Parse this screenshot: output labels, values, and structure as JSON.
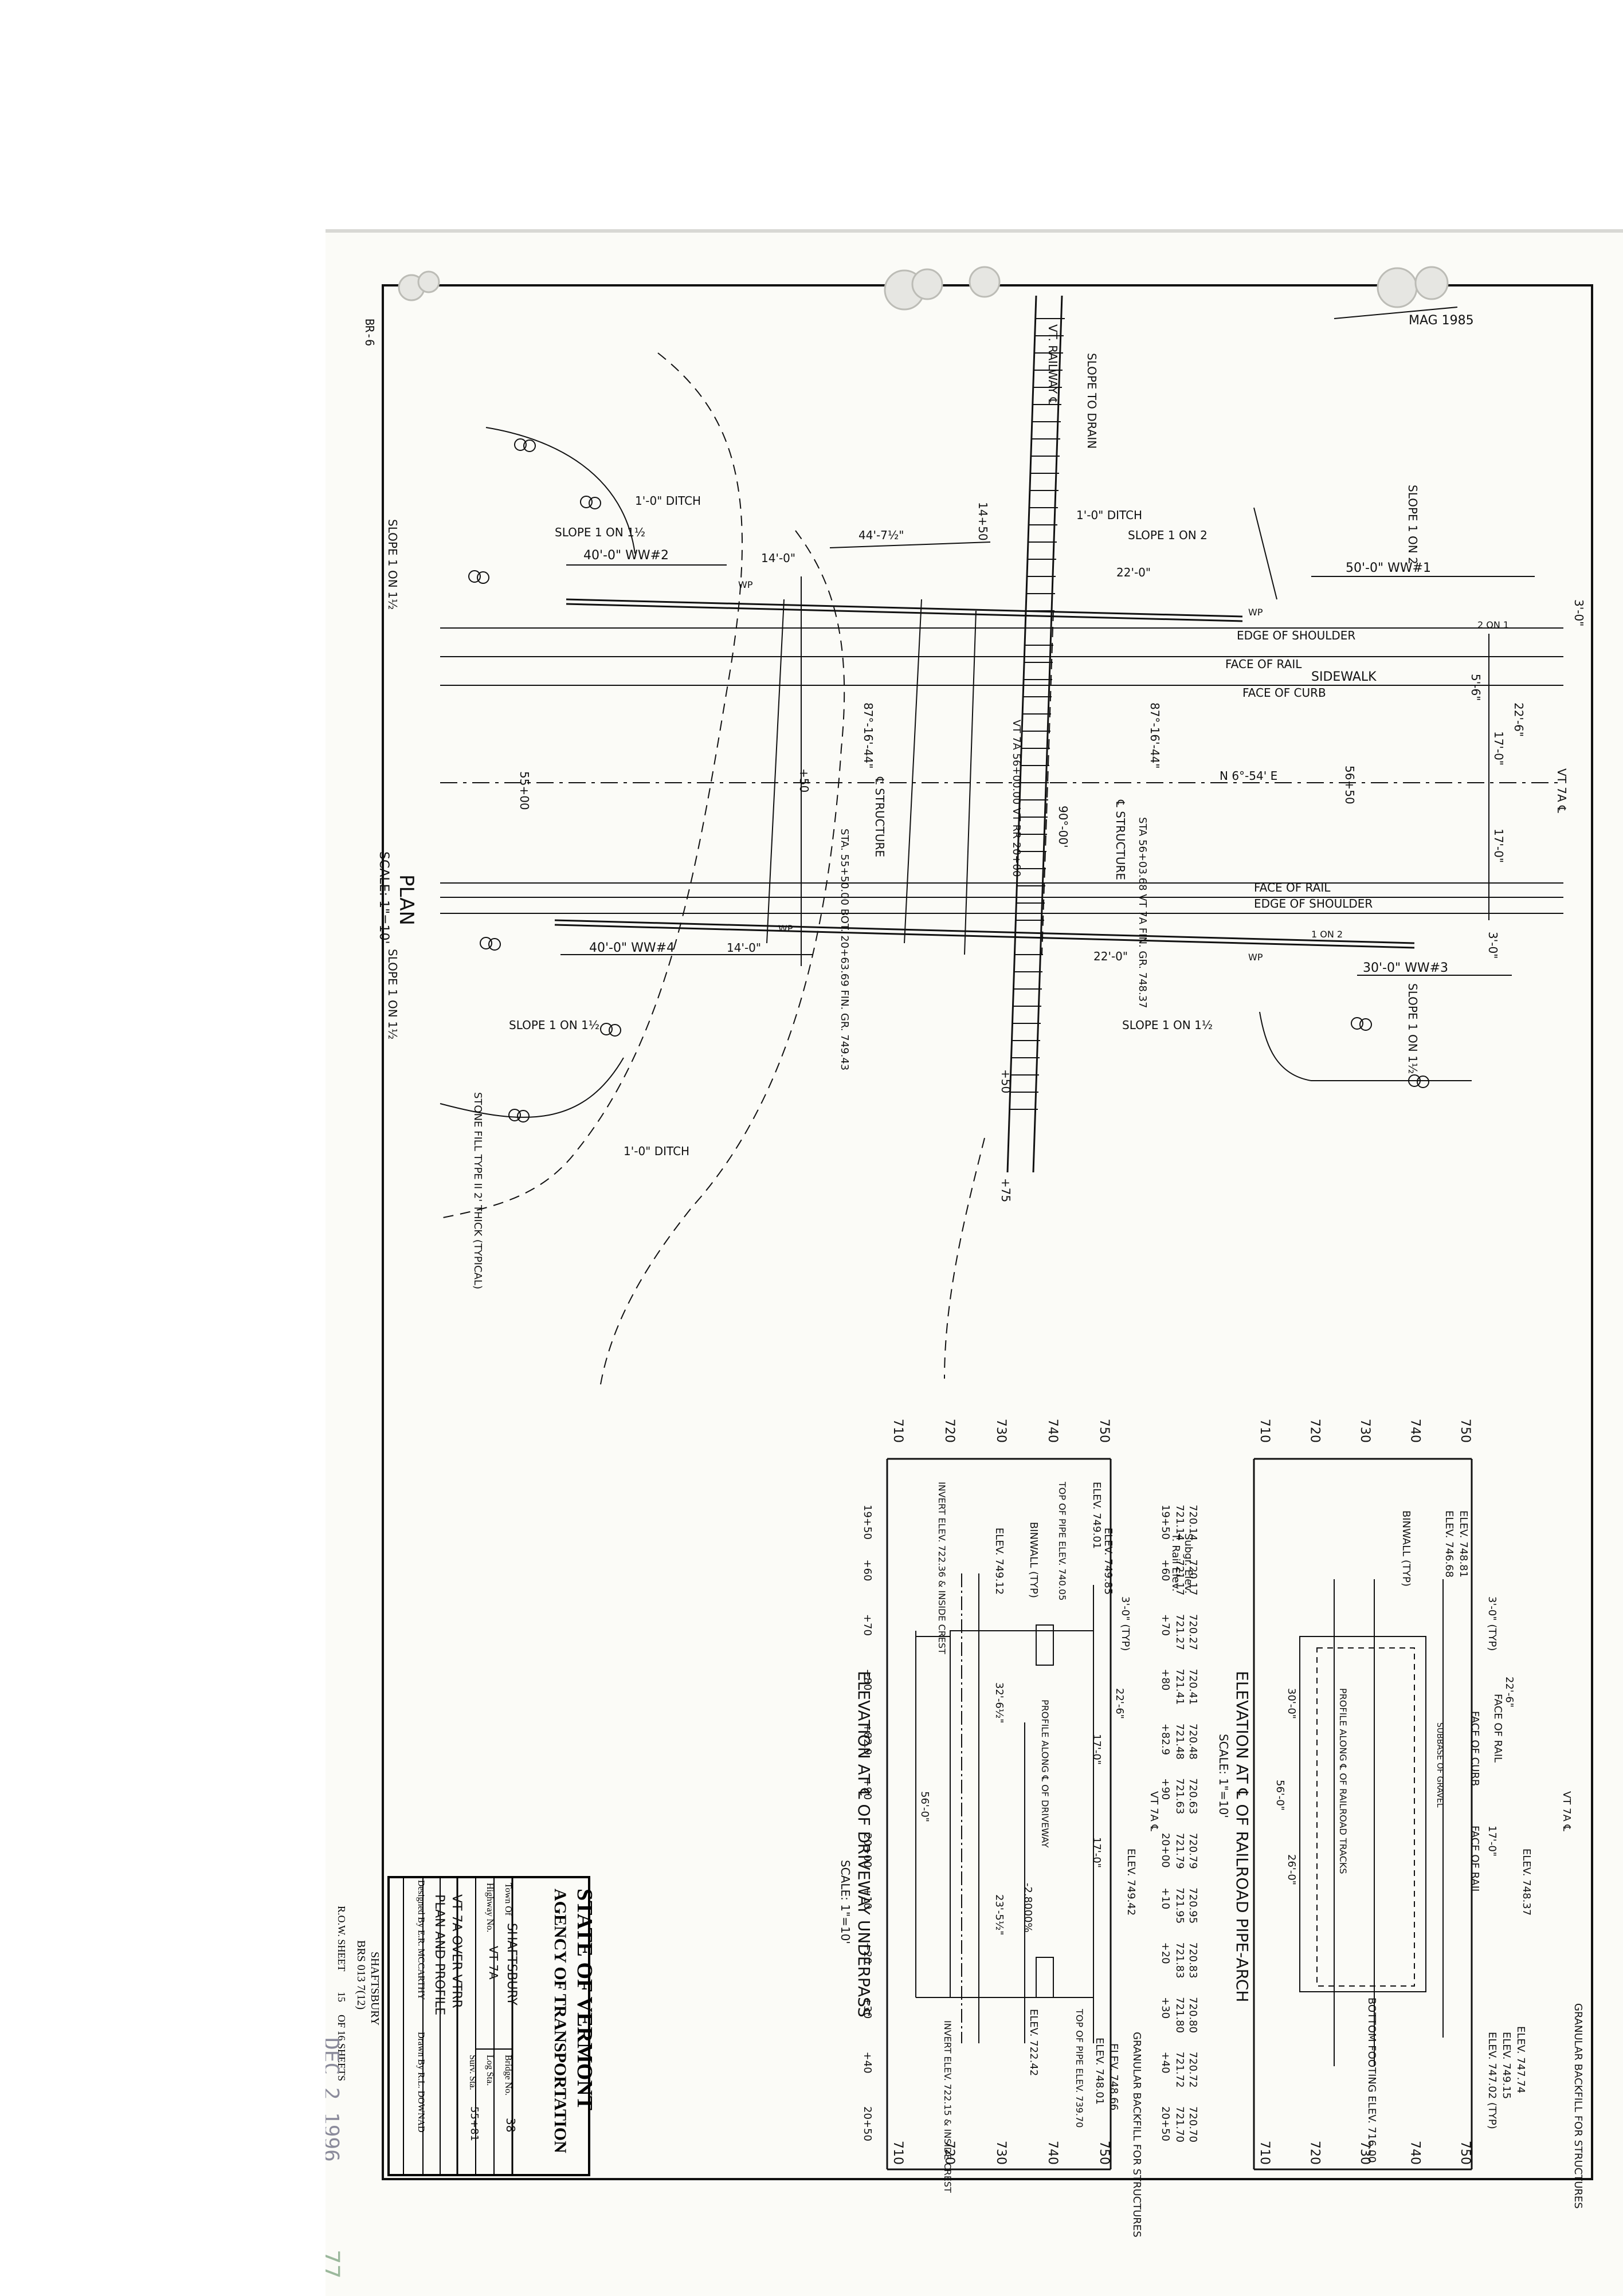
{
  "sheet_tag": "BR-6",
  "mag_note": "MAG 1985",
  "plan": {
    "title": "PLAN",
    "scale": "SCALE: 1\"=10'",
    "labels": {
      "vt_railway": "VT. RAILWAY ℄",
      "slope_to_drain": "SLOPE TO DRAIN",
      "ditch_top": "1'-0\" DITCH",
      "ditch_bottom": "1'-0\" DITCH",
      "ditch_left": "1'-0\" DITCH",
      "slope_1on2_a": "SLOPE 1 ON 2",
      "slope_1on2_b": "SLOPE 1 ON 2",
      "slope_1on1h_a": "SLOPE 1 ON 1½",
      "slope_1on1h_b": "SLOPE 1 ON 1½",
      "slope_1on1h_c": "SLOPE 1 ON 1½",
      "slope_1on1h_d": "SLOPE 1 ON 1½",
      "slope_1on1h_e": "SLOPE 1 ON 1½",
      "slope_1on1h_f": "SLOPE 1 ON 1½",
      "dim_44": "44'-7½\"",
      "dim_14_top": "14'-0\"",
      "dim_14_bot": "14'-0\"",
      "dim_22_top": "22'-0\"",
      "dim_22_bot": "22'-0\"",
      "ww1": "50'-0\" WW#1",
      "ww2": "40'-0\" WW#2",
      "ww3": "30'-0\" WW#3",
      "ww4": "40'-0\" WW#4",
      "edge_shoulder_top": "EDGE OF SHOULDER",
      "face_rail_top": "FACE OF RAIL",
      "sidewalk": "SIDEWALK",
      "face_curb": "FACE OF CURB",
      "face_rail_bot": "FACE OF RAIL",
      "edge_shoulder_bot": "EDGE OF SHOULDER",
      "bearing": "N 6°-54' E",
      "vt7a": "VT 7A ℄",
      "sta_56_50": "56+50",
      "sta_55_00": "55+00",
      "sta_14_50": "14+50",
      "sta_50": "+50",
      "sta_50b": "+50",
      "sta_75": "+75",
      "dim_3_top": "3'-0\"",
      "dim_3_bot": "3'-0\"",
      "dim_5_6": "5'-6\"",
      "dim_22_6": "22'-6\"",
      "dim_17_a": "17'-0\"",
      "dim_17_b": "17'-0\"",
      "angle_87a": "87°-16'-44\"",
      "angle_87b": "87°-16'-44\"",
      "angle_90": "90°-00'",
      "structure_left": "℄ STRUCTURE",
      "structure_mid": "℄ STRUCTURE",
      "vt_rr": "VT 7A 56+00.00 VT RR 20+00",
      "sta_left": "STA. 55+50.00 BOT. 20+63.69 FIN. GR. 749.43",
      "sta_right": "STA 56+03.68 VT 7A FIN. GR. 748.37",
      "stone_fill": "STONE FILL TYPE II 2' THICK (TYPICAL)",
      "wp1": "WP",
      "wp2": "WP",
      "wp3": "WP",
      "wp4": "WP",
      "on_1on2": "1 ON 2",
      "on_2on1": "2 ON 1"
    }
  },
  "elev_rr": {
    "title": "ELEVATION AT ℄ OF RAILROAD PIPE-ARCH",
    "scale": "SCALE: 1\"=10'",
    "y_ticks": [
      "710",
      "720",
      "730",
      "740",
      "750"
    ],
    "y_ticks_right": [
      "710",
      "720",
      "730",
      "740",
      "750"
    ],
    "row_rail": "T. Rail Elev.",
    "row_subgr": "Subgr. Elev.",
    "stations": [
      "19+50",
      "+60",
      "+70",
      "+80",
      "+82.9",
      "+90",
      "20+00",
      "+10",
      "+20",
      "+30",
      "+40",
      "20+50"
    ],
    "rail_elevs": [
      "721.14",
      "721.17",
      "721.27",
      "721.41",
      "721.48",
      "721.63",
      "721.79",
      "721.95",
      "721.83",
      "721.80",
      "721.72",
      "721.70"
    ],
    "sub_elevs": [
      "720.14",
      "720.17",
      "720.27",
      "720.41",
      "720.48",
      "720.63",
      "720.79",
      "720.95",
      "720.83",
      "720.80",
      "720.72",
      "720.70"
    ],
    "notes": {
      "elev1": "ELEV. 748.81",
      "elev2": "ELEV. 746.68",
      "binwall": "BINWALL (TYP)",
      "dim_3": "3'-0\" (TYP)",
      "dim_22_6": "22'-6\"",
      "face_rail": "FACE OF RAIL",
      "face_curb": "FACE OF CURB",
      "face_rail2": "FACE OF RAIL",
      "subbase": "SUBBASE OF GRAVEL",
      "dim_17": "17'-0\"",
      "vt7a": "VT 7A ℄",
      "elev3": "ELEV. 748.37",
      "granular": "GRANULAR BACKFILL FOR STRUCTURES",
      "elev4": "ELEV. 747.74",
      "elev5": "ELEV. 749.15",
      "elev6": "ELEV. 747.02 (TYP)",
      "profile": "PROFILE ALONG ℄ OF RAILROAD TRACKS",
      "dim_30": "30'-0\"",
      "dim_56": "56'-0\"",
      "dim_26": "26'-0\"",
      "footing": "BOTTOM FOOTING ELEV. 716.00"
    }
  },
  "elev_dw": {
    "title": "ELEVATION AT ℄ OF DRIVEWAY UNDERPASS",
    "scale": "SCALE: 1\"=10'",
    "y_ticks": [
      "710",
      "720",
      "730",
      "740",
      "750"
    ],
    "y_ticks_right": [
      "710",
      "720",
      "730",
      "740",
      "750"
    ],
    "stations": [
      "19+50",
      "+60",
      "+70",
      "+80",
      "+82.9",
      "+90",
      "20+00",
      "+10",
      "+20",
      "+30",
      "+40",
      "20+50"
    ],
    "notes": {
      "invert_left": "INVERT ELEV. 722.36 & INSIDE CREST",
      "top_pipe": "TOP OF PIPE ELEV. 740.05",
      "elev1": "ELEV. 749.01",
      "elev2": "ELEV. 749.85",
      "elev3": "ELEV. 749.12",
      "binwall": "BINWALL (TYP)",
      "dim_3": "3'-0\" (TYP)",
      "dim_22_6": "22'-6\"",
      "dim_17": "17'-0\"",
      "dim_17b": "17'-0\"",
      "vt7a": "VT 7A ℄",
      "elev4": "ELEV. 749.42",
      "profile": "PROFILE ALONG ℄ OF DRIVEWAY",
      "grade": "-2.8000%",
      "dim_32": "32'-6½\"",
      "dim_23": "23'-5½\"",
      "dim_56": "56'-0\"",
      "elev5": "ELEV. 722.42",
      "top_pipe2": "TOP OF PIPE ELEV. 739.70",
      "elev6": "ELEV. 748.01",
      "elev7": "ELEV. 748.66",
      "granular": "GRANULAR BACKFILL FOR STRUCTURES",
      "invert_right": "INVERT ELEV. 722.15 & INSIDE CREST"
    }
  },
  "title_block": {
    "agency1": "STATE OF VERMONT",
    "agency2": "AGENCY OF TRANSPORTATION",
    "town_label": "Town Of",
    "town": "SHAFTSBURY",
    "bridge_label": "Bridge No.",
    "bridge": "38",
    "hwy_label": "Highway No.",
    "hwy": "VT 7A",
    "log_label": "Log Sta.",
    "log": "",
    "survey_label": "Surv. Sta.",
    "survey": "55+81",
    "project": "VT 7A OVER VTRR",
    "sheet_title": "PLAN AND PROFILE",
    "designed": "Designed By E.R. MCCARTHY",
    "drawn": "Drawn By R.L. DOWNAD",
    "project_name": "SHAFTSBURY",
    "project_no": "BRS 013 7(12)",
    "row_sheet": "R.O.W. SHEET",
    "sheet_no": "15",
    "of_sheets": "OF 16 SHEETS"
  },
  "date_stamp": "DEC 2 1996",
  "pencil_mark": "77"
}
